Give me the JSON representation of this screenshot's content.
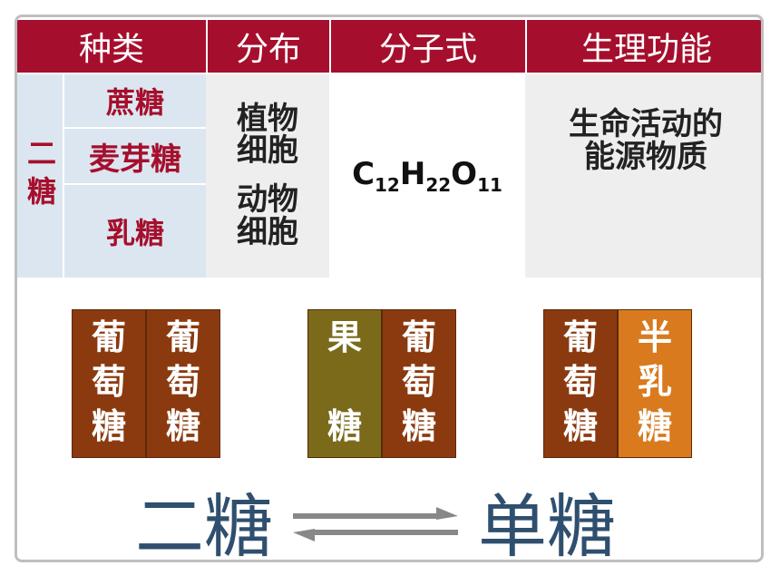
{
  "header": [
    "种类",
    "分布",
    "分子式",
    "生理功能"
  ],
  "row": {
    "category": "二糖",
    "sugars": [
      "蔗糖",
      "麦芽糖",
      "乳糖"
    ],
    "distribution": [
      [
        "植物",
        "细胞"
      ],
      [
        "动物",
        "细胞"
      ]
    ],
    "formula": {
      "c": "C",
      "c_sub": "12",
      "h": "H",
      "h_sub": "22",
      "o": "O",
      "o_sub": "11"
    },
    "function": [
      "生命活动的",
      "能源物质"
    ]
  },
  "tiles": {
    "group1": [
      {
        "text": [
          "葡",
          "萄",
          "糖"
        ],
        "color": "#8b3a0f"
      },
      {
        "text": [
          "葡",
          "萄",
          "糖"
        ],
        "color": "#8b3a0f"
      }
    ],
    "group2": [
      {
        "text": [
          "果",
          "",
          "糖"
        ],
        "color": "#7a6a1a"
      },
      {
        "text": [
          "葡",
          "萄",
          "糖"
        ],
        "color": "#8b3a0f"
      }
    ],
    "group3": [
      {
        "text": [
          "葡",
          "萄",
          "糖"
        ],
        "color": "#8b3a0f"
      },
      {
        "text": [
          "半",
          "乳",
          "糖"
        ],
        "color": "#d97a1e"
      }
    ]
  },
  "equation": {
    "left": "二糖",
    "right": "单糖"
  },
  "colors": {
    "header_bg": "#a50f2d",
    "accent_red": "#a50f2d",
    "blue_cell": "#dce6f0",
    "grey_cell": "#eeeeee",
    "big_text": "#2f4f6f"
  }
}
